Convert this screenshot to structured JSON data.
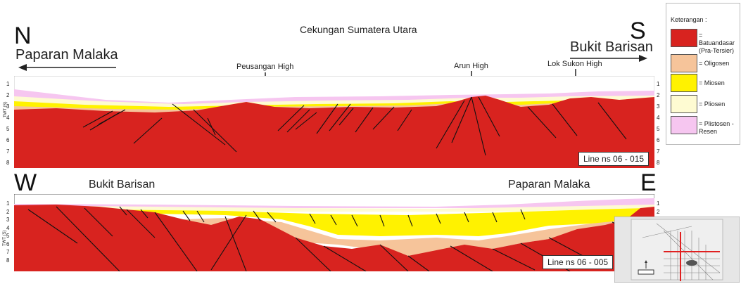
{
  "title": "Cekungan Sumatera Utara",
  "top_section": {
    "left_dir": "N",
    "right_dir": "S",
    "left_region": "Paparan Malaka",
    "right_region": "Bukit Barisan",
    "features": [
      "Peusangan High",
      "Arun High",
      "Lok Sukon High"
    ],
    "line_label": "Line ns 06 - 015",
    "axis_label": "TWT (S)",
    "ticks": [
      "1",
      "2",
      "3",
      "4",
      "5",
      "6",
      "7",
      "8"
    ]
  },
  "bottom_section": {
    "left_dir": "W",
    "right_dir": "E",
    "left_region": "Bukit Barisan",
    "right_region": "Paparan Malaka",
    "line_label": "Line ns 06 - 005",
    "axis_label": "TWT (S)",
    "ticks": [
      "1",
      "2",
      "3",
      "4",
      "5",
      "6",
      "7",
      "8"
    ],
    "right_ticks": [
      "1",
      "2"
    ]
  },
  "legend": {
    "title": "Keterangan :",
    "items": [
      {
        "label": "= Batuandasar (Pra-Tersier)",
        "color": "#d8231f"
      },
      {
        "label": "= Oligosen",
        "color": "#f6c49a"
      },
      {
        "label": "= Miosen",
        "color": "#fff200"
      },
      {
        "label": "= Pliosen",
        "color": "#fefbd2"
      },
      {
        "label": "= Plistosen - Resen",
        "color": "#f6c6f0"
      }
    ]
  },
  "colors": {
    "basement": "#d8231f",
    "oligocene": "#f6c49a",
    "miocene": "#fff200",
    "pliocene": "#fefbd2",
    "pleistocene": "#f6c6f0"
  }
}
